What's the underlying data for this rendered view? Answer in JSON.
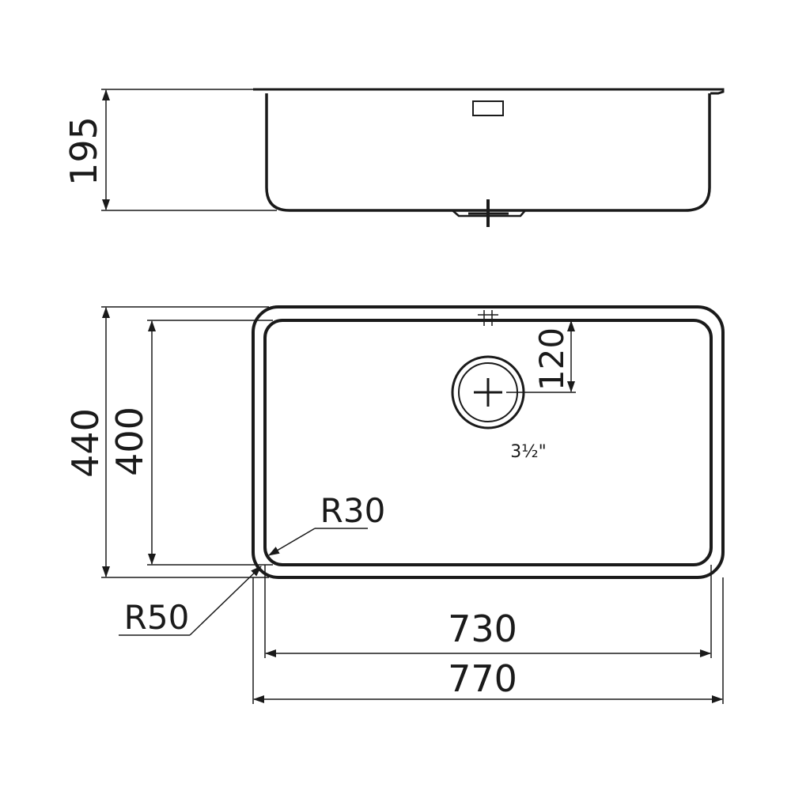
{
  "diagram": {
    "side_view": {
      "height_dimension": "195"
    },
    "top_view": {
      "outer_depth": "440",
      "inner_depth": "400",
      "drain_offset": "120",
      "drain_size": "3½\"",
      "inner_radius": "R30",
      "outer_radius": "R50",
      "inner_width": "730",
      "outer_width": "770"
    }
  }
}
